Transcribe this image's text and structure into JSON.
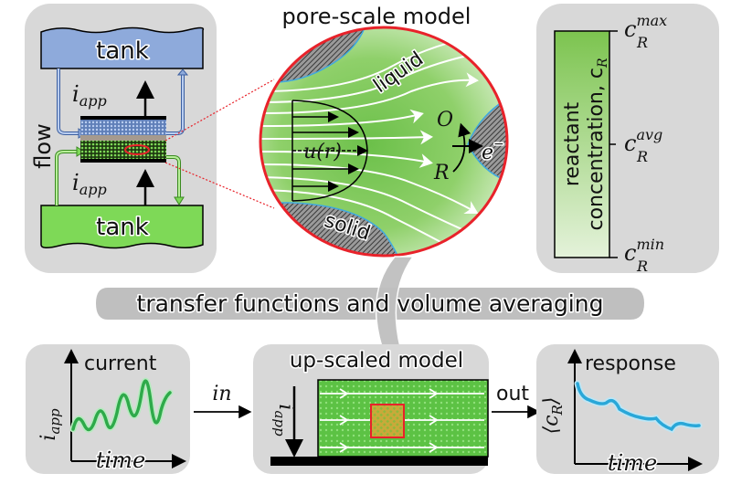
{
  "colors": {
    "panel_bg": "#d8d8d8",
    "tank_top": "#8eaadb",
    "tank_bottom": "#7ed957",
    "liquid_green": "#6cc04a",
    "ellipse_border": "#e8222a",
    "solid_hatch": "#555555",
    "interface_blue": "#3fa9e0",
    "current_signal": "#2eaa4a",
    "response_signal": "#29a7d8",
    "arrow_gray": "#bfbfbf"
  },
  "cell_panel": {
    "tank_top_label": "tank",
    "tank_bottom_label": "tank",
    "current_top_label": "i",
    "current_top_sub": "app",
    "current_bottom_label": "i",
    "current_bottom_sub": "app",
    "flow_label": "flow"
  },
  "pore_panel": {
    "title": "pore-scale model",
    "liquid_label": "liquid",
    "solid_label": "solid",
    "velocity_label": "u(r)",
    "oxidized_label": "O",
    "reduced_label": "R",
    "electron_label": "e",
    "electron_sup": "−"
  },
  "concentration_panel": {
    "bar_label_line1": "reactant",
    "bar_label_line2": "concentration, c",
    "bar_label_sub": "R",
    "ticks": [
      {
        "base": "c",
        "sub": "R",
        "sup": "max"
      },
      {
        "base": "c",
        "sub": "R",
        "sup": "avg"
      },
      {
        "base": "c",
        "sub": "R",
        "sup": "min"
      }
    ]
  },
  "banner": {
    "label": "transfer functions and volume averaging"
  },
  "current_panel": {
    "title": "current",
    "ylabel": "i",
    "ylabel_sub": "app",
    "xlabel": "time"
  },
  "in_label": "in",
  "upscaled_panel": {
    "title": "up-scaled model",
    "current_label": "i",
    "current_sub": "app"
  },
  "out_label": "out",
  "response_panel": {
    "title": "response",
    "ylabel": "⟨c",
    "ylabel_sub": "R",
    "ylabel_close": "⟩",
    "xlabel": "time"
  }
}
